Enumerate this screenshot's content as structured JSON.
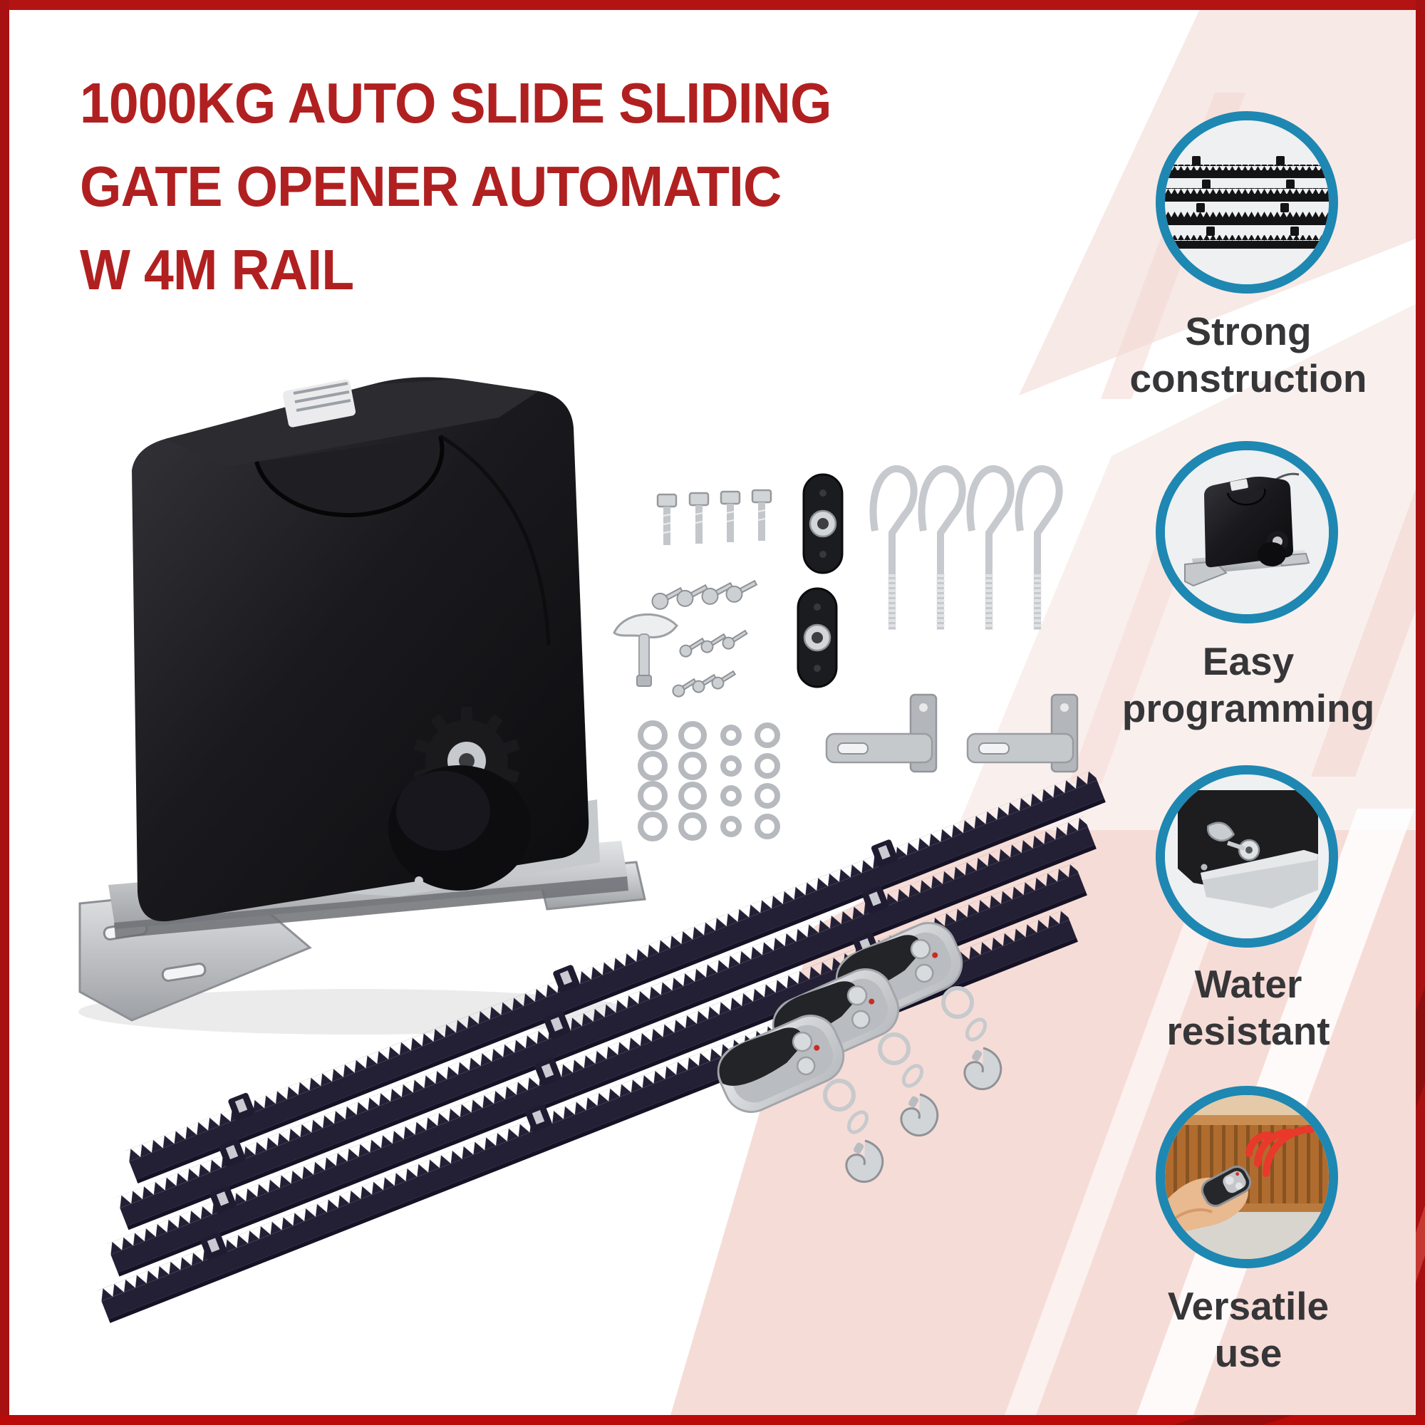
{
  "title": {
    "lines": [
      "1000KG AUTO SLIDE SLIDING",
      "GATE OPENER AUTOMATIC",
      "W 4M RAIL"
    ]
  },
  "features": [
    {
      "id": "strong-construction",
      "label_lines": [
        "Strong",
        "construction"
      ],
      "icon": "gear-rack-photo-icon"
    },
    {
      "id": "easy-programming",
      "label_lines": [
        "Easy",
        "programming"
      ],
      "icon": "gate-motor-photo-icon"
    },
    {
      "id": "water-resistant",
      "label_lines": [
        "Water",
        "resistant"
      ],
      "icon": "release-key-photo-icon"
    },
    {
      "id": "versatile-use",
      "label_lines": [
        "Versatile",
        "use"
      ],
      "icon": "remote-signal-photo-icon"
    }
  ],
  "product": {
    "depicted_items": [
      "sliding gate opener motor with mounting base",
      "four mounting bolts",
      "assorted screws",
      "release T-key",
      "two black limit-switch stops",
      "four hook anchor bolts",
      "washer set",
      "two metal limit switch plates",
      "four nylon gear rack rail sections (4m)",
      "three keychain remote controls"
    ]
  },
  "colors": {
    "frame": "#b01212",
    "title": "#b12020",
    "label": "#363639",
    "ring": "#1e87b2",
    "accent_pink": "#f6dcd7",
    "signal_red": "#e8392b"
  }
}
